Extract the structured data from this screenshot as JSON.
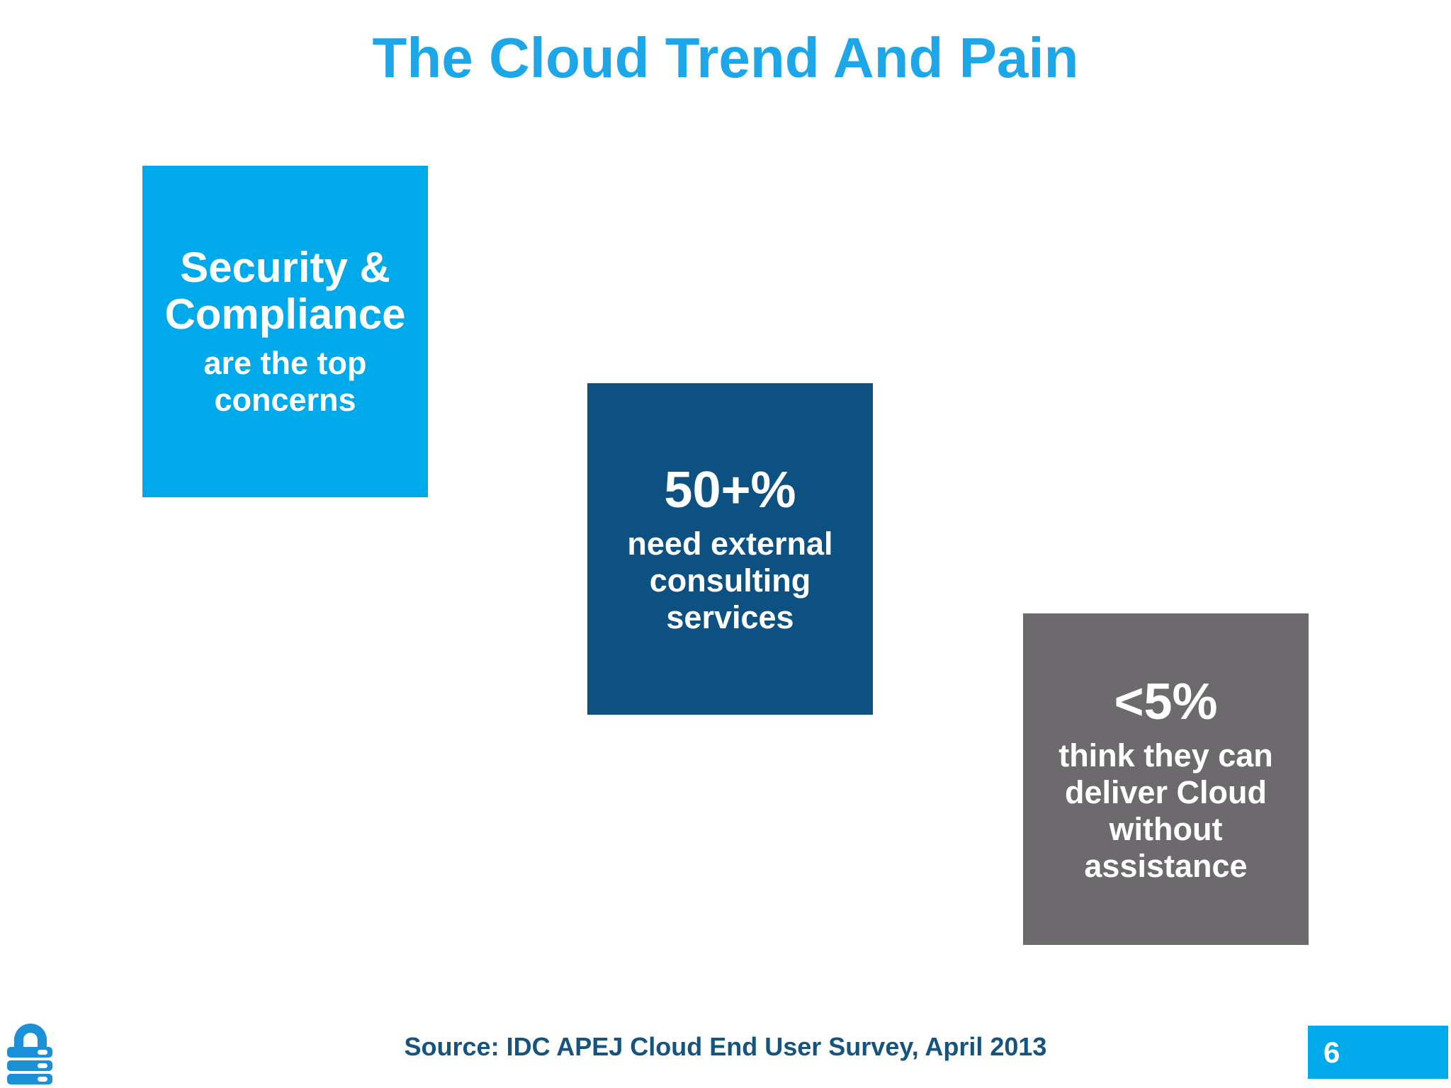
{
  "slide": {
    "title": "The Cloud Trend And Pain",
    "source": "Source: IDC APEJ Cloud End User Survey, April 2013",
    "page_number": "6",
    "colors": {
      "title_text": "#1EA7E8",
      "cyan_box": "#00A9EA",
      "dark_blue_box": "#0D5183",
      "gray_box": "#6D6A6D",
      "source_text": "#16537F",
      "lock_icon": "#1C90D6",
      "box_text": "#FFFFFF"
    },
    "icons": {
      "bottom_left": "padlock-icon"
    },
    "boxes": [
      {
        "big_lines": [
          "Security &",
          "Compliance"
        ],
        "small_lines": [
          "are the top",
          "concerns"
        ]
      },
      {
        "big_lines": [
          "50+%"
        ],
        "small_lines": [
          "need external",
          "consulting",
          "services"
        ]
      },
      {
        "big_lines": [
          "<5%"
        ],
        "small_lines": [
          "think they can",
          "deliver Cloud",
          "without",
          "assistance"
        ]
      }
    ]
  }
}
